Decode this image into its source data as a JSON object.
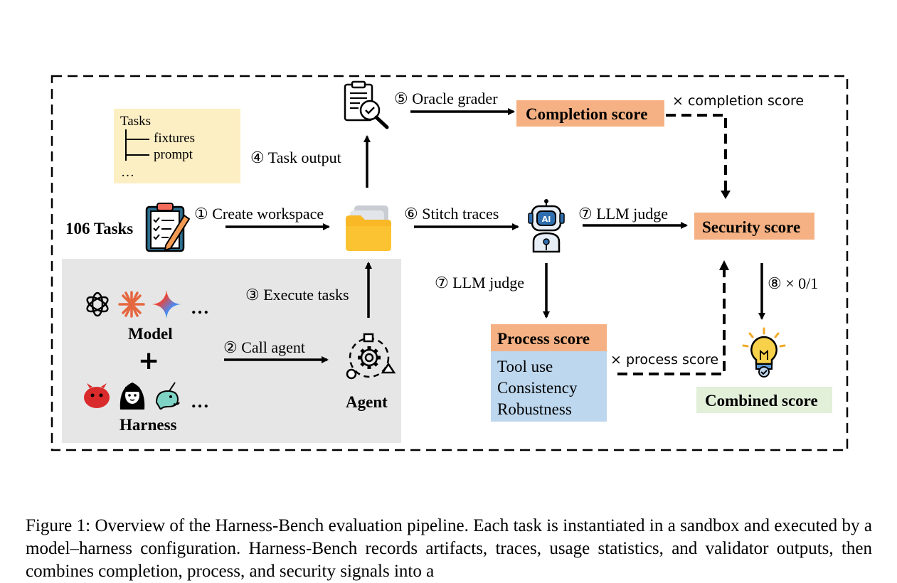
{
  "tasks_box": {
    "root": "Tasks",
    "children": [
      "fixtures",
      "prompt"
    ],
    "more": "…",
    "color": "#fdefc4"
  },
  "tasks_count": "106 Tasks",
  "steps": {
    "create_workspace": "① Create workspace",
    "call_agent": "② Call agent",
    "execute_tasks": "③ Execute tasks",
    "task_output": "④ Task output",
    "oracle_grader": "⑤ Oracle grader",
    "stitch_traces": "⑥ Stitch traces",
    "llm_judge_right": "⑦ LLM judge",
    "llm_judge_down": "⑦ LLM judge",
    "binary": "⑧ × 0/1"
  },
  "model_panel": {
    "model_label": "Model",
    "plus": "+",
    "harness_label": "Harness",
    "ellipsis_model": "…",
    "ellipsis_harness": "…",
    "color": "#e6e6e6"
  },
  "agent_label": "Agent",
  "scores": {
    "completion": "Completion score",
    "security": "Security score",
    "process": "Process score",
    "combined": "Combined score",
    "orange": "#f5b183",
    "blue": "#bdd7ee",
    "green": "#e2efd9"
  },
  "process_items": [
    "Tool use",
    "Consistency",
    "Robustness"
  ],
  "multipliers": {
    "completion": "× completion score",
    "process": "× process score"
  },
  "icons": {
    "clipboard": "clipboard-checklist-icon",
    "folder": "folder-icon",
    "magnifier": "document-inspection-icon",
    "robot": "ai-robot-icon",
    "gear": "agent-gear-icon",
    "bulb": "lightbulb-icon"
  },
  "caption": "Figure 1: Overview of the Harness-Bench evaluation pipeline. Each task is instantiated in a sandbox and executed by a model–harness configuration. Harness-Bench records artifacts, traces, usage statistics, and validator outputs, then combines completion, process, and security signals into a"
}
